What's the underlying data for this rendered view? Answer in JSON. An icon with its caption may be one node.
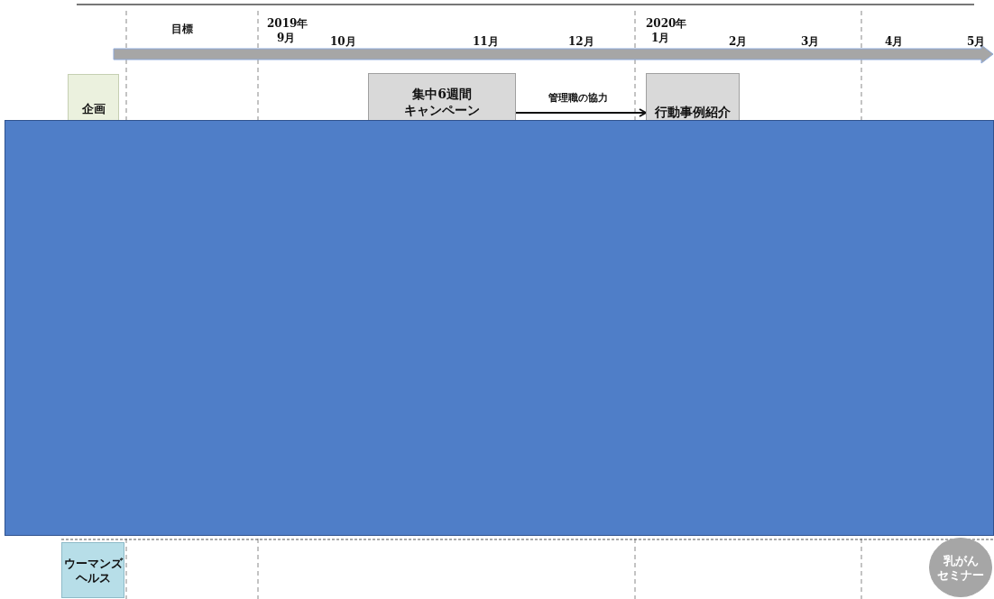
{
  "diagram": {
    "nodes": [
      {
        "text": [
          "企画"
        ]
      },
      {
        "text": [
          "集中6週間キャンペーン"
        ]
      },
      {
        "text": [
          "行動事例紹介"
        ]
      },
      {
        "text": [
          "ウーマンズヘルス"
        ]
      },
      {
        "text": [
          "乳がんセミナー"
        ]
      }
    ],
    "edges": [
      {
        "from": 1,
        "to": 2,
        "label": "管理職の協力",
        "arrow": "to"
      }
    ],
    "labels": [
      "目標",
      "2019年",
      "9月",
      "10月",
      "11月",
      "12月",
      "2020年",
      "1月",
      "2月",
      "3月",
      "4月",
      "5月"
    ]
  }
}
